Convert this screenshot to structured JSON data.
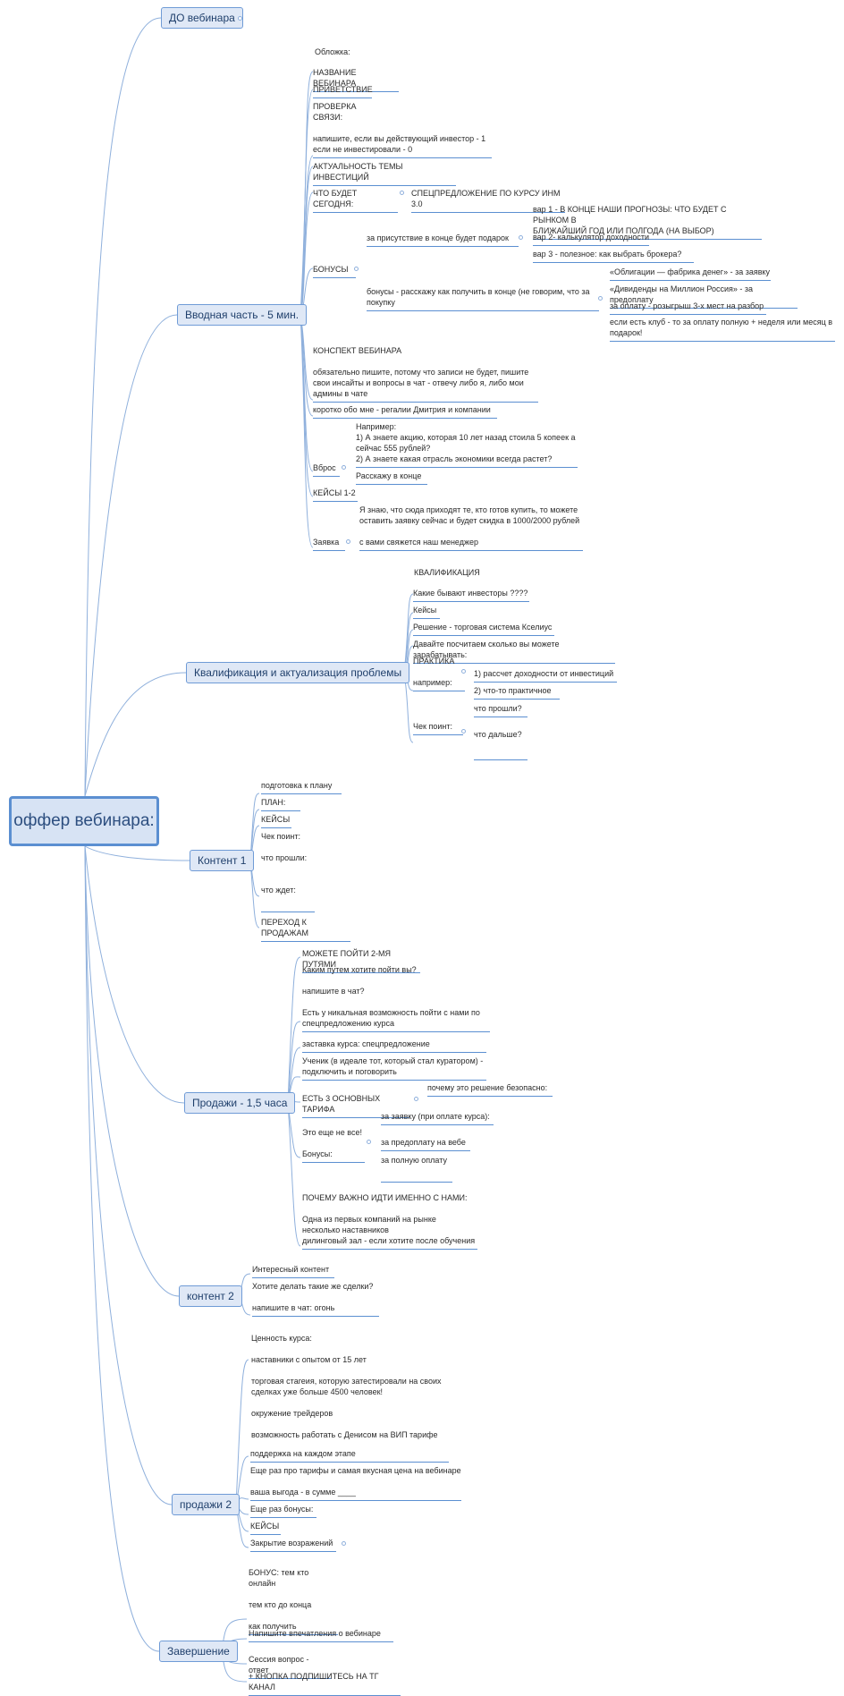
{
  "root": {
    "label": "оффер вебинара:"
  },
  "branches": [
    {
      "label": "ДО вебинара"
    },
    {
      "label": "Вводная часть - 5 мин."
    },
    {
      "label": "Квалификация и актуализация проблемы"
    },
    {
      "label": "Контент 1"
    },
    {
      "label": "Продажи - 1,5 часа"
    },
    {
      "label": "контент 2"
    },
    {
      "label": "продажи 2"
    },
    {
      "label": "Завершение"
    }
  ],
  "intro": {
    "cover": "Обложка:",
    "title": "НАЗВАНИЕ ВЕБИНАРА",
    "greeting": "ПРИВЕТСТВИЕ",
    "check": "ПРОВЕРКА\nСВЯЗИ:\n\nнапишите, если вы действующий инвестор - 1\nесли не инвестировали - 0",
    "relevance": "АКТУАЛЬНОСТЬ ТЕМЫ ИНВЕСТИЦИЙ",
    "today": "ЧТО БУДЕТ СЕГОДНЯ:",
    "special": "СПЕЦПРЕДЛОЖЕНИЕ ПО КУРСУ ИНМ 3.0",
    "bonuses": "БОНУСЫ",
    "gift": "за присутствие в конце будет подарок",
    "var1": "вар 1 - В КОНЦЕ НАШИ ПРОГНОЗЫ: ЧТО БУДЕТ С РЫНКОМ В\nБЛИЖАЙШИЙ ГОД ИЛИ ПОЛГОДА (НА ВЫБОР)",
    "var2": "вар 2- калькулятор доходности",
    "var3": "вар 3 - полезное: как выбрать брокера?",
    "howget": "бонусы - расскажу как получить в конце (не говорим, что за\nпокупку",
    "b1": "«Облигации — фабрика денег» - за заявку",
    "b2": "«Дивиденды на Миллион Россия» - за предоплату",
    "b3": "за оплату - розыгрыш 3-х мест на разбор",
    "b4": "если есть клуб - то за оплату полную + неделя или месяц в\nподарок!",
    "summary": "КОНСПЕКТ ВЕБИНАРА\n\nобязательно пишите, потому что записи не будет, пишите\nсвои инсайты и вопросы в чат - отвечу либо я, либо мои\nадмины в чате",
    "about": "коротко обо мне - регалии Дмитрия и компании",
    "vbros": "Вброс",
    "example": "Например:\n1) А знаете акцию, которая 10 лет назад стоила 5 копеек а\nсейчас 555 рублей?\n2) А знаете какая отрасль экономики всегда растет?",
    "tell": "Расскажу в конце",
    "cases": "КЕЙСЫ 1-2",
    "request": "Заявка",
    "request_text": "Я знаю, что сюда приходят те, кто готов купить, то можете\nоставить заявку сейчас и будет скидка в 1000/2000 рублей\n\nс вами свяжется наш менеджер"
  },
  "qual": {
    "q1": "КВАЛИФИКАЦИЯ",
    "q2": "Какие бывают инвесторы ????",
    "q3": "Кейсы",
    "q4": "Решение - торговая система Кселиус",
    "q5": "Давайте посчитаем сколько вы можете зарабатывать:",
    "q6": "ПРАКТИКА\n\nнапример:",
    "q7": "1) рассчет доходности от инвестиций",
    "q8": "2) что-то практичное",
    "q9": "Чек поинт:",
    "q10": "что прошли?",
    "q11": "что дальше?"
  },
  "content1": {
    "c1": "подготовка к плану",
    "c2": "ПЛАН:",
    "c3": "КЕЙСЫ",
    "c4": "Чек поинт:\n\nчто прошли:\n\n\nчто ждет:",
    "c5": "ПЕРЕХОД К ПРОДАЖАМ"
  },
  "sales": {
    "s1": "МОЖЕТЕ ПОЙТИ 2-МЯ ПУТЯМИ",
    "s2": "Каким путем хотите пойти вы?\n\nнапишите в чат?\n\nЕсть у никальная возможность пойти с нами по\nспецпредложению курса",
    "s3": "заставка курса: спецпредложение",
    "s4": "Ученик (в идеале тот, который стал куратором) -\nподключить и поговорить",
    "s5": "ЕСТЬ 3 ОСНОВНЫХ ТАРИФА",
    "s6": "почему это решение безопасно:",
    "s7": "Это еще не все!\n\nБонусы:",
    "s8": "за заявку (при оплате курса):",
    "s9": "за предоплату на вебе",
    "s10": "за полную оплату",
    "s11": "ПОЧЕМУ ВАЖНО ИДТИ ИМЕННО С НАМИ:\n\nОдна из первых компаний на рынке\nнесколько наставников\nдилинговый зал - если хотите после обучения"
  },
  "content2": {
    "k1": "Интересный контент",
    "k2": "Хотите делать такие же сделки?\n\nнапишите в чат: огонь"
  },
  "sales2": {
    "p1": "Ценность курса:\n\nнаставники с опытом от 15 лет\n\nторговая стагеия, которую затестировали на своих\nсделках уже больше 4500 человек!\n\nокружение трейдеров\n\nвозможность работать с Денисом на ВИП тарифе",
    "p2": "поддержка на каждом этапе",
    "p3": "Еще раз про тарифы и самая вкусная цена на вебинаре\n\nваша выгода - в сумме ____",
    "p4": "Еще раз бонусы:",
    "p5": "КЕЙСЫ",
    "p6": "Закрытие возражений"
  },
  "final": {
    "f1": "БОНУС: тем кто онлайн\n\nтем кто до конца\n\nкак получить",
    "f2": "Напишите впечатления о вебинаре",
    "f3": "Сессия вопрос - ответ",
    "f4": "+ КНОПКА ПОДПИШИТЕСЬ НА ТГ КАНАЛ"
  }
}
